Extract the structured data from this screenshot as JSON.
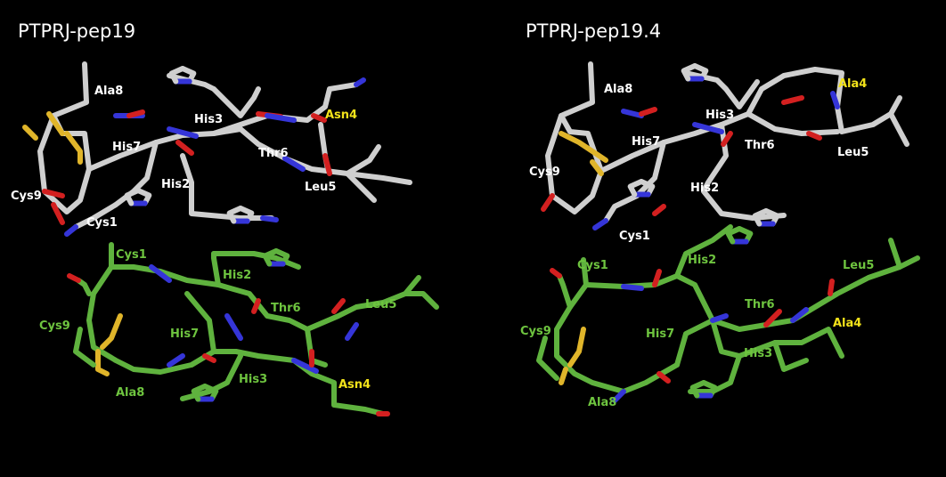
{
  "colors": {
    "background": "#000000",
    "carbon_white": "#cfcfcf",
    "carbon_green": "#5fb23e",
    "nitrogen": "#3535d8",
    "oxygen": "#d32020",
    "sulfur": "#e0b52a",
    "label_white": "#ffffff",
    "label_green": "#6ec43f",
    "label_highlight": "#f2e21a"
  },
  "panels": [
    {
      "title": "PTPRJ-pep19",
      "white_labels": [
        {
          "text": "Ala8",
          "highlight": false
        },
        {
          "text": "His3",
          "highlight": false
        },
        {
          "text": "Asn4",
          "highlight": true
        },
        {
          "text": "His7",
          "highlight": false
        },
        {
          "text": "Thr6",
          "highlight": false
        },
        {
          "text": "His2",
          "highlight": false
        },
        {
          "text": "Leu5",
          "highlight": false
        },
        {
          "text": "Cys9",
          "highlight": false
        },
        {
          "text": "Cys1",
          "highlight": false
        }
      ],
      "green_labels": [
        {
          "text": "Cys1",
          "highlight": false
        },
        {
          "text": "His2",
          "highlight": false
        },
        {
          "text": "Thr6",
          "highlight": false
        },
        {
          "text": "Leu5",
          "highlight": false
        },
        {
          "text": "Cys9",
          "highlight": false
        },
        {
          "text": "His7",
          "highlight": false
        },
        {
          "text": "His3",
          "highlight": false
        },
        {
          "text": "Asn4",
          "highlight": true
        },
        {
          "text": "Ala8",
          "highlight": false
        }
      ]
    },
    {
      "title": "PTPRJ-pep19.4",
      "white_labels": [
        {
          "text": "Ala8",
          "highlight": false
        },
        {
          "text": "Ala4",
          "highlight": true
        },
        {
          "text": "His3",
          "highlight": false
        },
        {
          "text": "His7",
          "highlight": false
        },
        {
          "text": "Thr6",
          "highlight": false
        },
        {
          "text": "Leu5",
          "highlight": false
        },
        {
          "text": "Cys9",
          "highlight": false
        },
        {
          "text": "His2",
          "highlight": false
        },
        {
          "text": "Cys1",
          "highlight": false
        }
      ],
      "green_labels": [
        {
          "text": "Cys1",
          "highlight": false
        },
        {
          "text": "His2",
          "highlight": false
        },
        {
          "text": "Leu5",
          "highlight": false
        },
        {
          "text": "Thr6",
          "highlight": false
        },
        {
          "text": "Cys9",
          "highlight": false
        },
        {
          "text": "His7",
          "highlight": false
        },
        {
          "text": "Ala4",
          "highlight": true
        },
        {
          "text": "His3",
          "highlight": false
        },
        {
          "text": "Ala8",
          "highlight": false
        }
      ]
    }
  ]
}
